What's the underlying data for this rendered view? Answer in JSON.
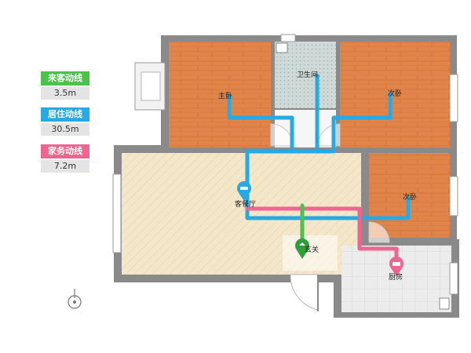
{
  "legend": [
    {
      "label": "来客动线",
      "value": "3.5m",
      "color": "#4cc24c"
    },
    {
      "label": "居住动线",
      "value": "30.5m",
      "color": "#29a9e1"
    },
    {
      "label": "家务动线",
      "value": "7.2m",
      "color": "#ef6591"
    }
  ],
  "rooms": {
    "master_bedroom": "主卧",
    "bathroom": "卫生间",
    "second_bedroom_top": "次卧",
    "second_bedroom_right": "次卧",
    "living_dining": "客餐厅",
    "entrance": "玄关",
    "kitchen": "厨房"
  },
  "colors": {
    "wall": "#8a8a8a",
    "wood_floor": "#e0844a",
    "living_floor": "#f3e6c9",
    "bath_tile": "#cfd9d7",
    "kitchen_tile": "#ececec",
    "guest_route": "#4cc24c",
    "living_route": "#29a9e1",
    "chores_route": "#ef6591"
  },
  "icons": [
    "compass-icon",
    "sofa-pin-icon",
    "entrance-pin-icon",
    "kitchen-pin-icon"
  ]
}
